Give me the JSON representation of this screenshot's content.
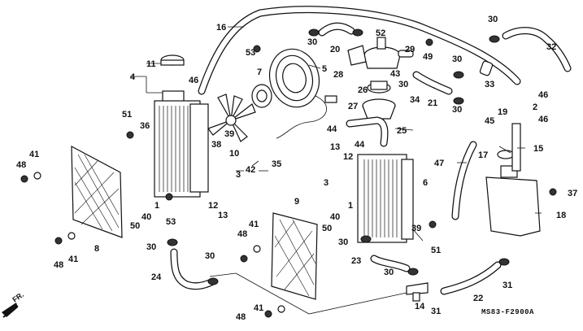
{
  "diagram_code": "MS83-F2900A",
  "direction_label": "FR.",
  "callouts": [
    {
      "id": "c16",
      "text": "16"
    },
    {
      "id": "c30a",
      "text": "30"
    },
    {
      "id": "c20",
      "text": "20"
    },
    {
      "id": "c52",
      "text": "52"
    },
    {
      "id": "c30b",
      "text": "30"
    },
    {
      "id": "c32",
      "text": "32"
    },
    {
      "id": "c53a",
      "text": "53"
    },
    {
      "id": "c5",
      "text": "5"
    },
    {
      "id": "c28",
      "text": "28"
    },
    {
      "id": "c29",
      "text": "29"
    },
    {
      "id": "c49",
      "text": "49"
    },
    {
      "id": "c30c",
      "text": "30"
    },
    {
      "id": "c43",
      "text": "43"
    },
    {
      "id": "c26",
      "text": "26"
    },
    {
      "id": "c30d",
      "text": "30"
    },
    {
      "id": "c33",
      "text": "33"
    },
    {
      "id": "c11",
      "text": "11"
    },
    {
      "id": "c7",
      "text": "7"
    },
    {
      "id": "c4",
      "text": "4"
    },
    {
      "id": "c46a",
      "text": "46"
    },
    {
      "id": "c21",
      "text": "21"
    },
    {
      "id": "c46b",
      "text": "46"
    },
    {
      "id": "c2",
      "text": "2"
    },
    {
      "id": "c27",
      "text": "27"
    },
    {
      "id": "c34",
      "text": "34"
    },
    {
      "id": "c30e",
      "text": "30"
    },
    {
      "id": "c46c",
      "text": "46"
    },
    {
      "id": "c51a",
      "text": "51"
    },
    {
      "id": "c19",
      "text": "19"
    },
    {
      "id": "c36",
      "text": "36"
    },
    {
      "id": "c44a",
      "text": "44"
    },
    {
      "id": "c25",
      "text": "25"
    },
    {
      "id": "c45",
      "text": "45"
    },
    {
      "id": "c38",
      "text": "38"
    },
    {
      "id": "c39a",
      "text": "39"
    },
    {
      "id": "c10",
      "text": "10"
    },
    {
      "id": "c15",
      "text": "15"
    },
    {
      "id": "c44b",
      "text": "44"
    },
    {
      "id": "c17",
      "text": "17"
    },
    {
      "id": "c13a",
      "text": "13"
    },
    {
      "id": "c41a",
      "text": "41"
    },
    {
      "id": "c12a",
      "text": "12"
    },
    {
      "id": "c42",
      "text": "42"
    },
    {
      "id": "c35",
      "text": "35"
    },
    {
      "id": "c47",
      "text": "47"
    },
    {
      "id": "c48a",
      "text": "48"
    },
    {
      "id": "c3a",
      "text": "3"
    },
    {
      "id": "c3b",
      "text": "3"
    },
    {
      "id": "c6",
      "text": "6"
    },
    {
      "id": "c12b",
      "text": "12"
    },
    {
      "id": "c13b",
      "text": "13"
    },
    {
      "id": "c37",
      "text": "37"
    },
    {
      "id": "c1a",
      "text": "1"
    },
    {
      "id": "c40a",
      "text": "40"
    },
    {
      "id": "c9",
      "text": "9"
    },
    {
      "id": "c18",
      "text": "18"
    },
    {
      "id": "c50a",
      "text": "50"
    },
    {
      "id": "c53b",
      "text": "53"
    },
    {
      "id": "c1b",
      "text": "1"
    },
    {
      "id": "c40b",
      "text": "40"
    },
    {
      "id": "c50b",
      "text": "50"
    },
    {
      "id": "c39b",
      "text": "39"
    },
    {
      "id": "c41b",
      "text": "41"
    },
    {
      "id": "c8",
      "text": "8"
    },
    {
      "id": "c48b",
      "text": "48"
    },
    {
      "id": "c30f",
      "text": "30"
    },
    {
      "id": "c51b",
      "text": "51"
    },
    {
      "id": "c48c",
      "text": "48"
    },
    {
      "id": "c41c",
      "text": "41"
    },
    {
      "id": "c30g",
      "text": "30"
    },
    {
      "id": "c30h",
      "text": "30"
    },
    {
      "id": "c23",
      "text": "23"
    },
    {
      "id": "c24",
      "text": "24"
    },
    {
      "id": "c30i",
      "text": "30"
    },
    {
      "id": "c31a",
      "text": "31"
    },
    {
      "id": "c22",
      "text": "22"
    },
    {
      "id": "c14",
      "text": "14"
    },
    {
      "id": "c31b",
      "text": "31"
    },
    {
      "id": "c41d",
      "text": "41"
    },
    {
      "id": "c48d",
      "text": "48"
    }
  ]
}
